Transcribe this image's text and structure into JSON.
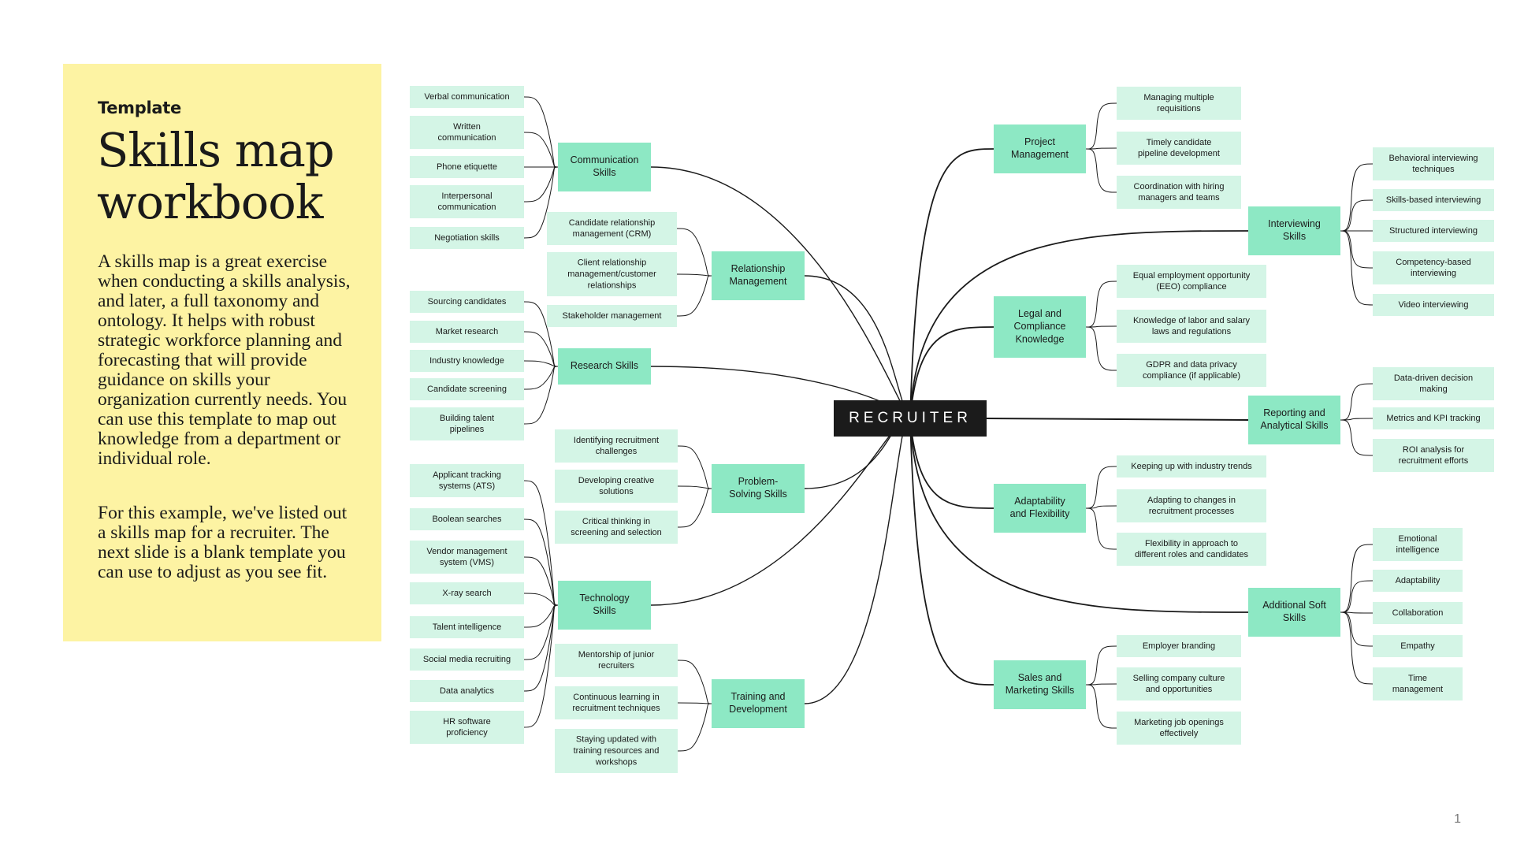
{
  "panel": {
    "eyebrow": "Template",
    "title": "Skills map workbook",
    "paragraph1": "A skills map is a great exercise when conducting a skills analysis, and later, a full taxonomy and ontology. It helps with robust strategic workforce planning and forecasting that will provide guidance on skills your organization currently needs. You can use this template to map out knowledge from a department or individual role.",
    "paragraph2": "For this example, we've listed out a skills map for a recruiter. The next slide is a blank template you can use to adjust as you see fit."
  },
  "colors": {
    "panel_bg": "#fdf3a3",
    "center_bg": "#1b1b1b",
    "center_text": "#ffffff",
    "category_bg": "#8de8c4",
    "leaf_bg": "#d4f5e6",
    "line": "#1a1a1a"
  },
  "diagram": {
    "center": "RECRUITER",
    "categories": [
      {
        "key": "communication",
        "label": "Communication\nSkills",
        "side": "left",
        "items": [
          "Verbal communication",
          "Written\ncommunication",
          "Phone etiquette",
          "Interpersonal\ncommunication",
          "Negotiation skills"
        ]
      },
      {
        "key": "relationship",
        "label": "Relationship\nManagement",
        "side": "left",
        "items": [
          "Candidate relationship\nmanagement (CRM)",
          "Client relationship\nmanagement/customer\nrelationships",
          "Stakeholder management"
        ]
      },
      {
        "key": "research",
        "label": "Research Skills",
        "side": "left",
        "items": [
          "Sourcing candidates",
          "Market research",
          "Industry knowledge",
          "Candidate screening",
          "Building talent\npipelines"
        ]
      },
      {
        "key": "problem",
        "label": "Problem-\nSolving Skills",
        "side": "left",
        "items": [
          "Identifying recruitment\nchallenges",
          "Developing creative\nsolutions",
          "Critical thinking in\nscreening and selection"
        ]
      },
      {
        "key": "technology",
        "label": "Technology\nSkills",
        "side": "left",
        "items": [
          "Applicant tracking\nsystems (ATS)",
          "Boolean searches",
          "Vendor management\nsystem (VMS)",
          "X-ray search",
          "Talent intelligence",
          "Social media recruiting",
          "Data analytics",
          "HR software\nproficiency"
        ]
      },
      {
        "key": "training",
        "label": "Training and\nDevelopment",
        "side": "left",
        "items": [
          "Mentorship of junior\nrecruiters",
          "Continuous learning in\nrecruitment techniques",
          "Staying updated with\ntraining resources and\nworkshops"
        ]
      },
      {
        "key": "project",
        "label": "Project\nManagement",
        "side": "right",
        "items": [
          "Managing multiple\nrequisitions",
          "Timely candidate\npipeline development",
          "Coordination with hiring\nmanagers and teams"
        ]
      },
      {
        "key": "interviewing",
        "label": "Interviewing\nSkills",
        "side": "right",
        "items": [
          "Behavioral interviewing\ntechniques",
          "Skills-based interviewing",
          "Structured interviewing",
          "Competency-based\ninterviewing",
          "Video interviewing"
        ]
      },
      {
        "key": "legal",
        "label": "Legal and\nCompliance\nKnowledge",
        "side": "right",
        "items": [
          "Equal employment opportunity\n(EEO) compliance",
          "Knowledge of labor and salary\nlaws and regulations",
          "GDPR and data privacy\ncompliance (if applicable)"
        ]
      },
      {
        "key": "reporting",
        "label": "Reporting and\nAnalytical Skills",
        "side": "right",
        "items": [
          "Data-driven decision\nmaking",
          "Metrics and KPI tracking",
          "ROI analysis for\nrecruitment efforts"
        ]
      },
      {
        "key": "adaptability",
        "label": "Adaptability\nand Flexibility",
        "side": "right",
        "items": [
          "Keeping up with industry trends",
          "Adapting to changes in\nrecruitment processes",
          "Flexibility in approach to\ndifferent roles and candidates"
        ]
      },
      {
        "key": "softskills",
        "label": "Additional Soft\nSkills",
        "side": "right",
        "items": [
          "Emotional\nintelligence",
          "Adaptability",
          "Collaboration",
          "Empathy",
          "Time\nmanagement"
        ]
      },
      {
        "key": "sales",
        "label": "Sales and\nMarketing Skills",
        "side": "right",
        "items": [
          "Employer branding",
          "Selling company culture\nand opportunities",
          "Marketing job openings\neffectively"
        ]
      }
    ]
  },
  "page_number": "1"
}
